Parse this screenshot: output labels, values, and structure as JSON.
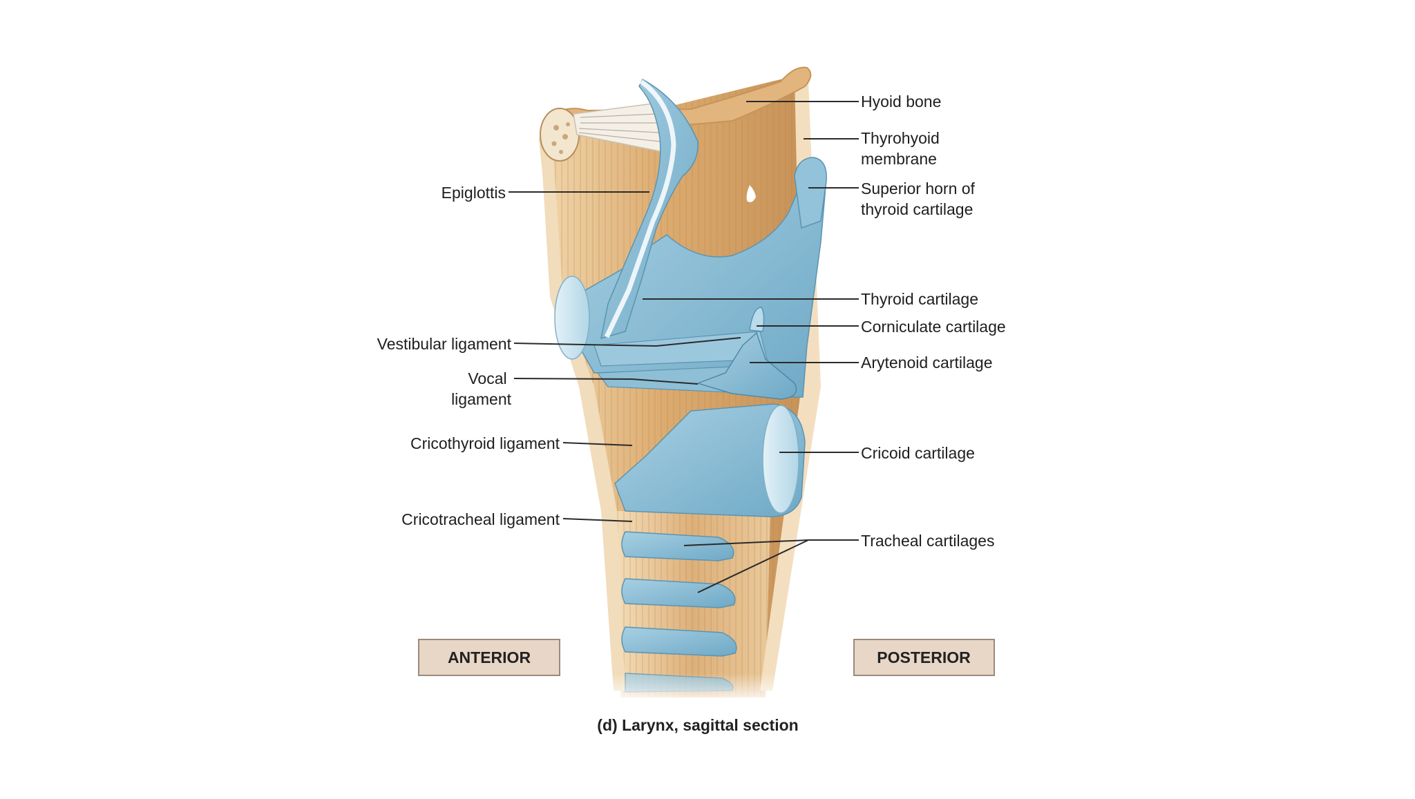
{
  "labels": {
    "hyoid": [
      "Hyoid bone"
    ],
    "thyrohyoid": [
      "Thyrohyoid",
      "membrane"
    ],
    "superior_horn": [
      "Superior horn of",
      "thyroid cartilage"
    ],
    "thyroid": [
      "Thyroid cartilage"
    ],
    "corniculate": [
      "Corniculate cartilage"
    ],
    "arytenoid": [
      "Arytenoid cartilage"
    ],
    "cricoid": [
      "Cricoid cartilage"
    ],
    "tracheal": [
      "Tracheal cartilages"
    ],
    "epiglottis": [
      "Epiglottis"
    ],
    "vestibular": [
      "Vestibular ligament"
    ],
    "vocal": [
      "Vocal",
      "ligament"
    ],
    "cricothyroid": [
      "Cricothyroid ligament"
    ],
    "cricotracheal": [
      "Cricotracheal ligament"
    ]
  },
  "orientation": {
    "anterior": "ANTERIOR",
    "posterior": "POSTERIOR"
  },
  "caption": {
    "prefix": "(d) ",
    "title": "Larynx, sagittal section"
  },
  "colors": {
    "cartilage": "#7fb6d0",
    "cartilage_light": "#bcdbe8",
    "tissue": "#d8a86e",
    "tissue_light": "#f0d3a8",
    "bone": "#e1b47f",
    "box_fill": "#e8d6c6",
    "box_border": "#9a8a7c"
  }
}
